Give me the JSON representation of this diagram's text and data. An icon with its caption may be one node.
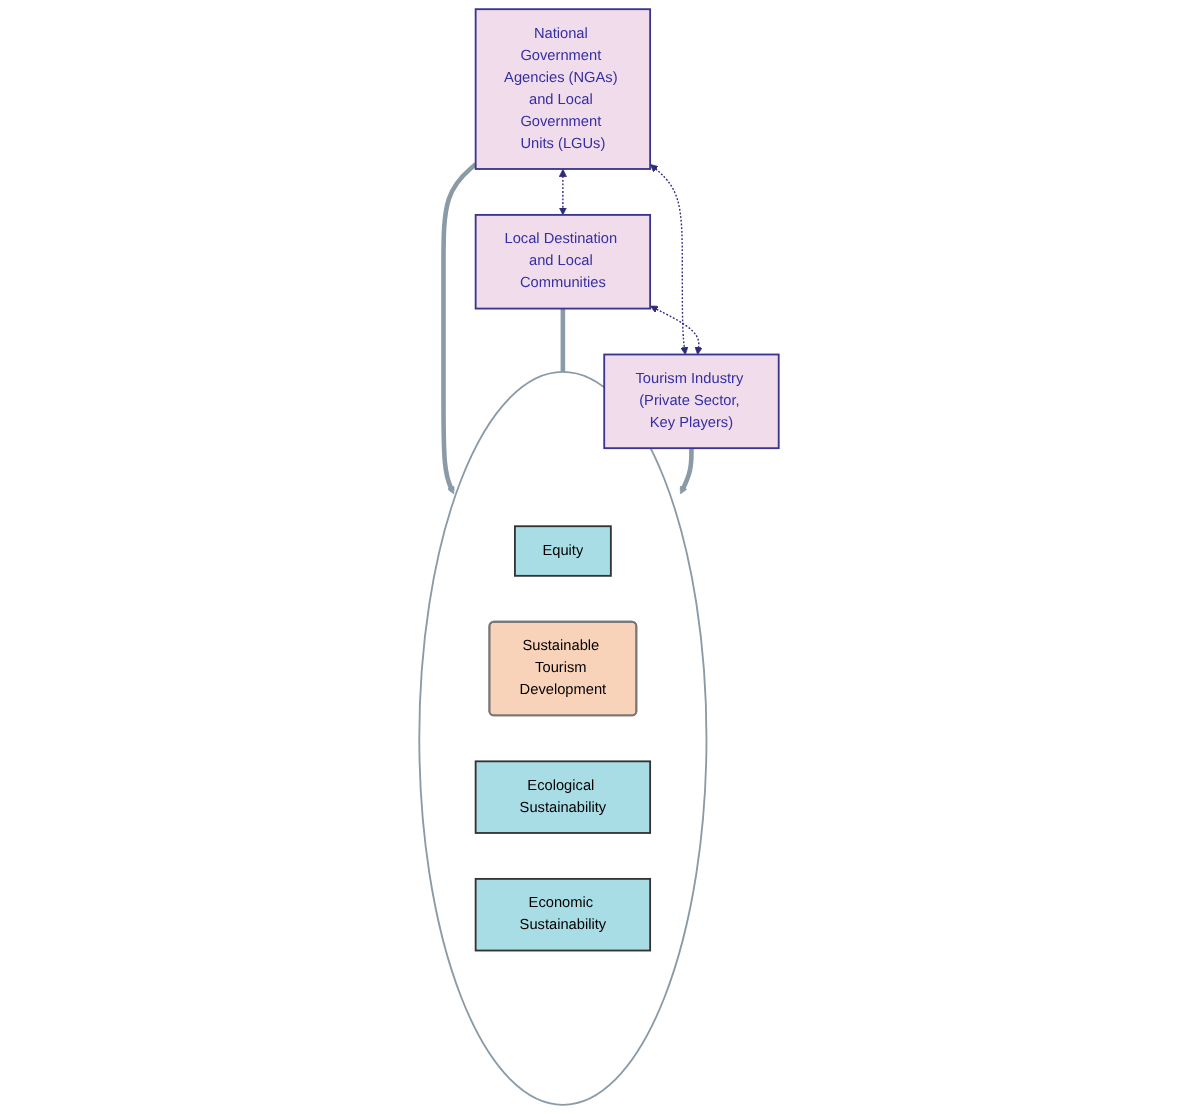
{
  "diagram": {
    "nodes": [
      {
        "text": [
          "National Government Agencies (NGAs) and Local Government Units (LGUs)"
        ]
      },
      {
        "text": [
          "Local Destination and Local Communities"
        ]
      },
      {
        "text": [],
        "shape": "ellipse"
      },
      {
        "text": [
          "Equity"
        ],
        "in": 2
      },
      {
        "text": [
          "Sustainable Tourism Development"
        ],
        "in": 2
      },
      {
        "text": [
          "Ecological Sustainability"
        ],
        "in": 2
      },
      {
        "text": [
          "Economic Sustainability"
        ],
        "in": 2
      },
      {
        "text": [
          "Tourism Industry (Private Sector, Key Players)"
        ]
      }
    ],
    "edges": [
      {
        "from": 0,
        "to": 1,
        "arrow": "both",
        "style": "dashed"
      },
      {
        "from": 0,
        "to": 7,
        "arrow": "both",
        "style": "dashed"
      },
      {
        "from": 1,
        "to": 7,
        "arrow": "both",
        "style": "dashed"
      },
      {
        "from": 0,
        "to": 2,
        "arrow": "to",
        "style": "thick",
        "color": "#8a9aa6"
      },
      {
        "from": 1,
        "to": 2,
        "arrow": "to",
        "style": "thick",
        "color": "#8a9aa6"
      },
      {
        "from": 7,
        "to": 2,
        "arrow": "to",
        "style": "thick",
        "color": "#8a9aa6"
      }
    ]
  }
}
